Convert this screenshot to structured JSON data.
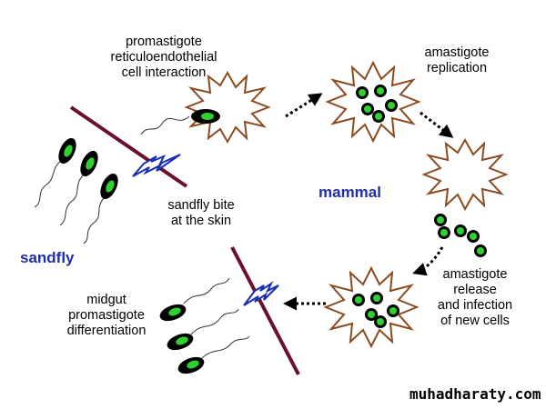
{
  "labels": {
    "promastigote_interaction": "promastigote\nreticuloendothelial\ncell interaction",
    "amastigote_replication": "amastigote\nreplication",
    "sandfly_bite": "sandfly bite\nat the skin",
    "amastigote_release": "amastigote\nrelease\nand infection\nof new cells",
    "midgut": "midgut\npromastigote\ndifferentiation"
  },
  "hosts": {
    "mammal": "mammal",
    "sandfly": "sandfly"
  },
  "watermark": "muhadharaty.com",
  "colors": {
    "host_label": "#1f2fa8",
    "needle": "#6b0f2a",
    "parasite_nucleus": "#2fd12f",
    "parasite_body": "#000000",
    "cell_outline": "#8a4b1f",
    "lightning": "#1a2fb0"
  }
}
